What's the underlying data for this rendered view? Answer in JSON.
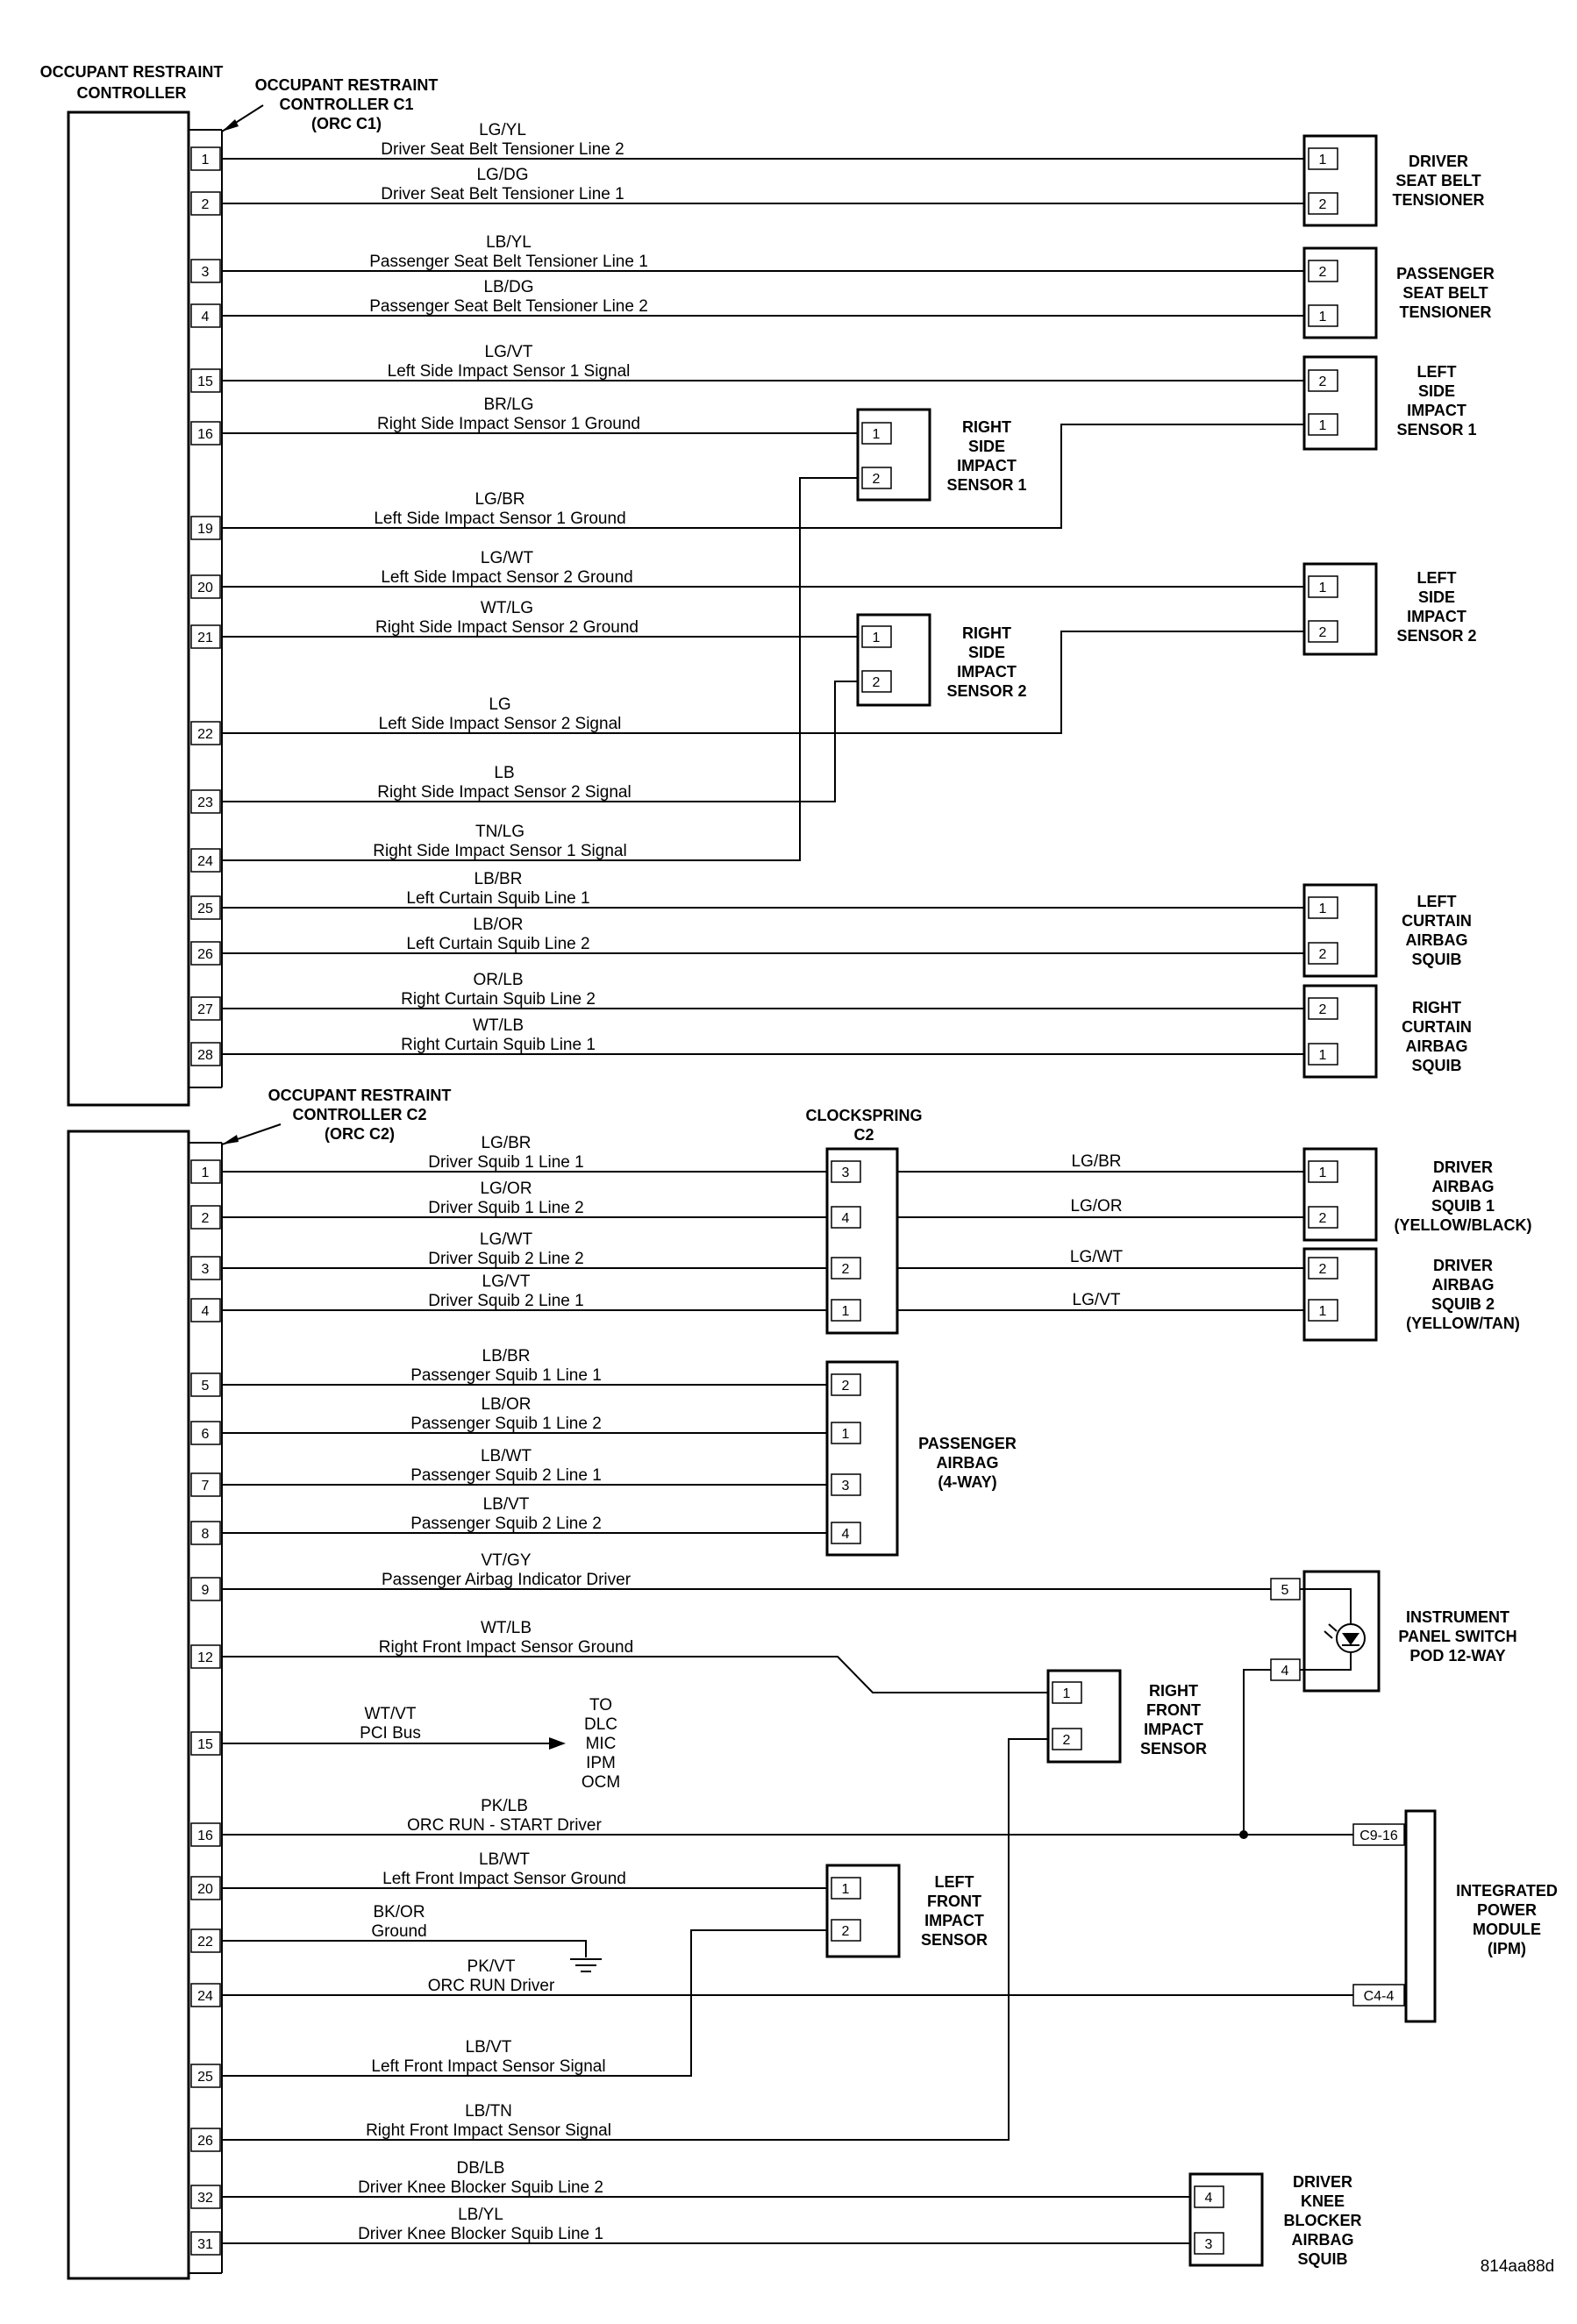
{
  "orc": {
    "title": [
      "OCCUPANT RESTRAINT",
      "CONTROLLER"
    ],
    "c1_label": [
      "OCCUPANT RESTRAINT",
      "CONTROLLER C1",
      "(ORC C1)"
    ],
    "c2_label": [
      "OCCUPANT RESTRAINT",
      "CONTROLLER C2",
      "(ORC C2)"
    ]
  },
  "c1_pins": [
    "1",
    "2",
    "3",
    "4",
    "15",
    "16",
    "19",
    "20",
    "21",
    "22",
    "23",
    "24",
    "25",
    "26",
    "27",
    "28"
  ],
  "c2_pins": [
    "1",
    "2",
    "3",
    "4",
    "5",
    "6",
    "7",
    "8",
    "9",
    "12",
    "15",
    "16",
    "20",
    "22",
    "24",
    "25",
    "26",
    "32",
    "31"
  ],
  "c1_wires": [
    {
      "code": "LG/YL",
      "desc": "Driver Seat Belt Tensioner Line 2"
    },
    {
      "code": "LG/DG",
      "desc": "Driver Seat Belt Tensioner Line 1"
    },
    {
      "code": "LB/YL",
      "desc": "Passenger Seat Belt Tensioner Line 1"
    },
    {
      "code": "LB/DG",
      "desc": "Passenger Seat Belt Tensioner Line 2"
    },
    {
      "code": "LG/VT",
      "desc": "Left Side Impact Sensor 1 Signal"
    },
    {
      "code": "BR/LG",
      "desc": "Right Side Impact Sensor 1 Ground"
    },
    {
      "code": "LG/BR",
      "desc": "Left Side Impact Sensor 1 Ground"
    },
    {
      "code": "LG/WT",
      "desc": "Left Side Impact Sensor 2 Ground"
    },
    {
      "code": "WT/LG",
      "desc": "Right Side Impact Sensor 2 Ground"
    },
    {
      "code": "LG",
      "desc": "Left Side Impact Sensor 2 Signal"
    },
    {
      "code": "LB",
      "desc": "Right Side Impact Sensor 2 Signal"
    },
    {
      "code": "TN/LG",
      "desc": "Right Side Impact Sensor 1 Signal"
    },
    {
      "code": "LB/BR",
      "desc": "Left Curtain Squib Line 1"
    },
    {
      "code": "LB/OR",
      "desc": "Left Curtain Squib Line 2"
    },
    {
      "code": "OR/LB",
      "desc": "Right Curtain Squib Line 2"
    },
    {
      "code": "WT/LB",
      "desc": "Right Curtain Squib Line 1"
    }
  ],
  "c2_wires": [
    {
      "code": "LG/BR",
      "desc": "Driver Squib 1 Line 1"
    },
    {
      "code": "LG/OR",
      "desc": "Driver Squib 1 Line 2"
    },
    {
      "code": "LG/WT",
      "desc": "Driver Squib 2 Line 2"
    },
    {
      "code": "LG/VT",
      "desc": "Driver Squib 2 Line 1"
    },
    {
      "code": "LB/BR",
      "desc": "Passenger Squib 1 Line 1"
    },
    {
      "code": "LB/OR",
      "desc": "Passenger Squib 1 Line 2"
    },
    {
      "code": "LB/WT",
      "desc": "Passenger Squib 2 Line 1"
    },
    {
      "code": "LB/VT",
      "desc": "Passenger Squib 2 Line 2"
    },
    {
      "code": "VT/GY",
      "desc": "Passenger Airbag Indicator Driver"
    },
    {
      "code": "WT/LB",
      "desc": "Right Front Impact Sensor Ground"
    },
    {
      "code": "WT/VT",
      "desc": "PCI Bus"
    },
    {
      "code": "PK/LB",
      "desc": "ORC RUN - START Driver"
    },
    {
      "code": "LB/WT",
      "desc": "Left Front Impact Sensor Ground"
    },
    {
      "code": "BK/OR",
      "desc": "Ground"
    },
    {
      "code": "PK/VT",
      "desc": "ORC RUN Driver"
    },
    {
      "code": "LB/VT",
      "desc": "Left Front Impact Sensor Signal"
    },
    {
      "code": "LB/TN",
      "desc": "Right Front Impact Sensor Signal"
    },
    {
      "code": "DB/LB",
      "desc": "Driver Knee Blocker Squib Line 2"
    },
    {
      "code": "LB/YL",
      "desc": "Driver Knee Blocker Squib Line 1"
    }
  ],
  "components": {
    "driver_tensioner": {
      "name": [
        "DRIVER",
        "SEAT BELT",
        "TENSIONER"
      ],
      "pins": [
        "1",
        "2"
      ]
    },
    "passenger_tensioner": {
      "name": [
        "PASSENGER",
        "SEAT BELT",
        "TENSIONER"
      ],
      "pins": [
        "2",
        "1"
      ]
    },
    "left_side_sensor_1": {
      "name": [
        "LEFT",
        "SIDE",
        "IMPACT",
        "SENSOR 1"
      ],
      "pins": [
        "2",
        "1"
      ]
    },
    "right_side_sensor_1": {
      "name": [
        "RIGHT",
        "SIDE",
        "IMPACT",
        "SENSOR 1"
      ],
      "pins": [
        "1",
        "2"
      ]
    },
    "left_side_sensor_2": {
      "name": [
        "LEFT",
        "SIDE",
        "IMPACT",
        "SENSOR 2"
      ],
      "pins": [
        "1",
        "2"
      ]
    },
    "right_side_sensor_2": {
      "name": [
        "RIGHT",
        "SIDE",
        "IMPACT",
        "SENSOR 2"
      ],
      "pins": [
        "1",
        "2"
      ]
    },
    "left_curtain": {
      "name": [
        "LEFT",
        "CURTAIN",
        "AIRBAG",
        "SQUIB"
      ],
      "pins": [
        "1",
        "2"
      ]
    },
    "right_curtain": {
      "name": [
        "RIGHT",
        "CURTAIN",
        "AIRBAG",
        "SQUIB"
      ],
      "pins": [
        "2",
        "1"
      ]
    },
    "clockspring": {
      "name": [
        "CLOCKSPRING",
        "C2"
      ],
      "pins": [
        "3",
        "4",
        "2",
        "1"
      ]
    },
    "driver_squib_1": {
      "name": [
        "DRIVER",
        "AIRBAG",
        "SQUIB 1",
        "(YELLOW/BLACK)"
      ],
      "pins": [
        "1",
        "2"
      ]
    },
    "driver_squib_2": {
      "name": [
        "DRIVER",
        "AIRBAG",
        "SQUIB 2",
        "(YELLOW/TAN)"
      ],
      "pins": [
        "2",
        "1"
      ]
    },
    "passenger_airbag": {
      "name": [
        "PASSENGER",
        "AIRBAG",
        "(4-WAY)"
      ],
      "pins": [
        "2",
        "1",
        "3",
        "4"
      ]
    },
    "instrument_pod": {
      "name": [
        "INSTRUMENT",
        "PANEL SWITCH",
        "POD 12-WAY"
      ],
      "pins": [
        "5",
        "4"
      ]
    },
    "right_front_sensor": {
      "name": [
        "RIGHT",
        "FRONT",
        "IMPACT",
        "SENSOR"
      ],
      "pins": [
        "1",
        "2"
      ]
    },
    "left_front_sensor": {
      "name": [
        "LEFT",
        "FRONT",
        "IMPACT",
        "SENSOR"
      ],
      "pins": [
        "1",
        "2"
      ]
    },
    "ipm": {
      "name": [
        "INTEGRATED",
        "POWER",
        "MODULE",
        "(IPM)"
      ],
      "pins": [
        "C9-16",
        "C4-4"
      ]
    },
    "knee_blocker": {
      "name": [
        "DRIVER",
        "KNEE",
        "BLOCKER",
        "AIRBAG",
        "SQUIB"
      ],
      "pins": [
        "4",
        "3"
      ]
    }
  },
  "clockspring_out": [
    "LG/BR",
    "LG/OR",
    "LG/WT",
    "LG/VT"
  ],
  "pci_to": [
    "TO",
    "DLC",
    "MIC",
    "IPM",
    "OCM"
  ],
  "figure_id": "814aa88d"
}
